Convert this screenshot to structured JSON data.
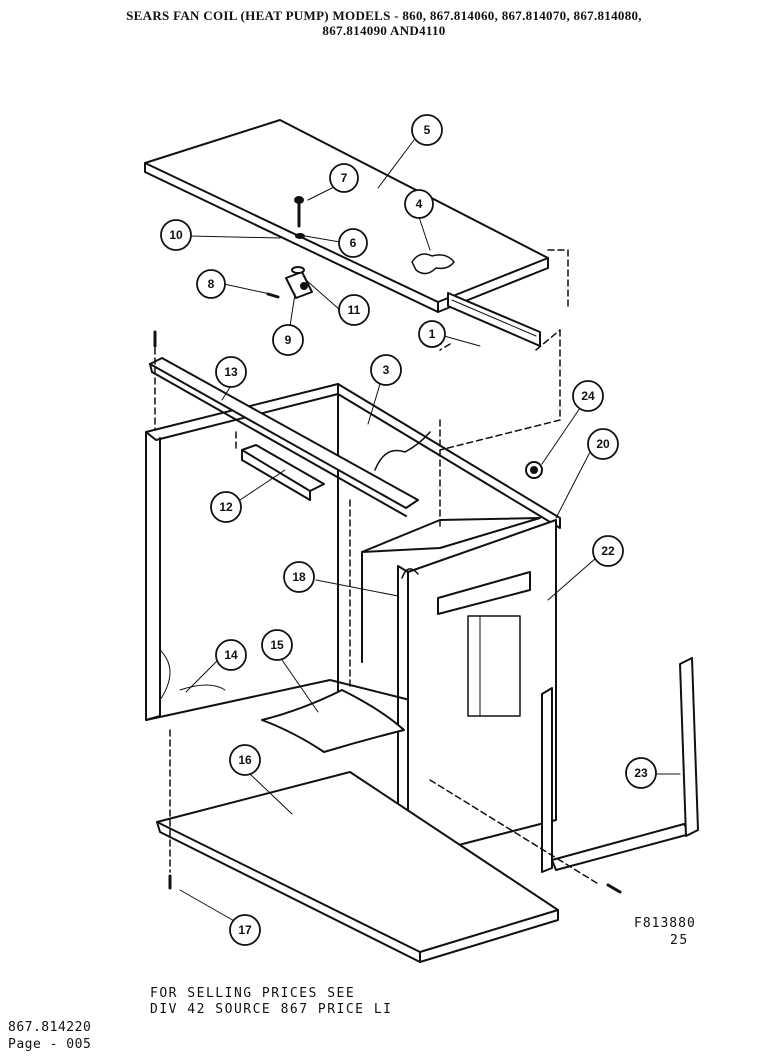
{
  "header": {
    "line1": "SEARS FAN COIL (HEAT PUMP) MODELS - 860, 867.814060, 867.814070, 867.814080,",
    "line2": "867.814090 AND4110"
  },
  "footer": {
    "note_line1": "FOR SELLING PRICES SEE",
    "note_line2": "DIV 42 SOURCE 867 PRICE LI",
    "page_ref": "867.814220",
    "page_num": "Page - 005",
    "figure_code": "F813880",
    "figure_num": "25"
  },
  "callouts": [
    {
      "id": "5",
      "text": "5"
    },
    {
      "id": "7",
      "text": "7"
    },
    {
      "id": "4",
      "text": "4"
    },
    {
      "id": "10",
      "text": "10"
    },
    {
      "id": "6",
      "text": "6"
    },
    {
      "id": "8",
      "text": "8"
    },
    {
      "id": "11",
      "text": "11"
    },
    {
      "id": "9",
      "text": "9"
    },
    {
      "id": "1",
      "text": "1"
    },
    {
      "id": "13",
      "text": "13"
    },
    {
      "id": "3",
      "text": "3"
    },
    {
      "id": "24",
      "text": "24"
    },
    {
      "id": "20",
      "text": "20"
    },
    {
      "id": "12",
      "text": "12"
    },
    {
      "id": "18",
      "text": "18"
    },
    {
      "id": "22",
      "text": "22"
    },
    {
      "id": "14",
      "text": "14"
    },
    {
      "id": "15",
      "text": "15"
    },
    {
      "id": "16",
      "text": "16"
    },
    {
      "id": "23",
      "text": "23"
    },
    {
      "id": "17",
      "text": "17"
    }
  ]
}
